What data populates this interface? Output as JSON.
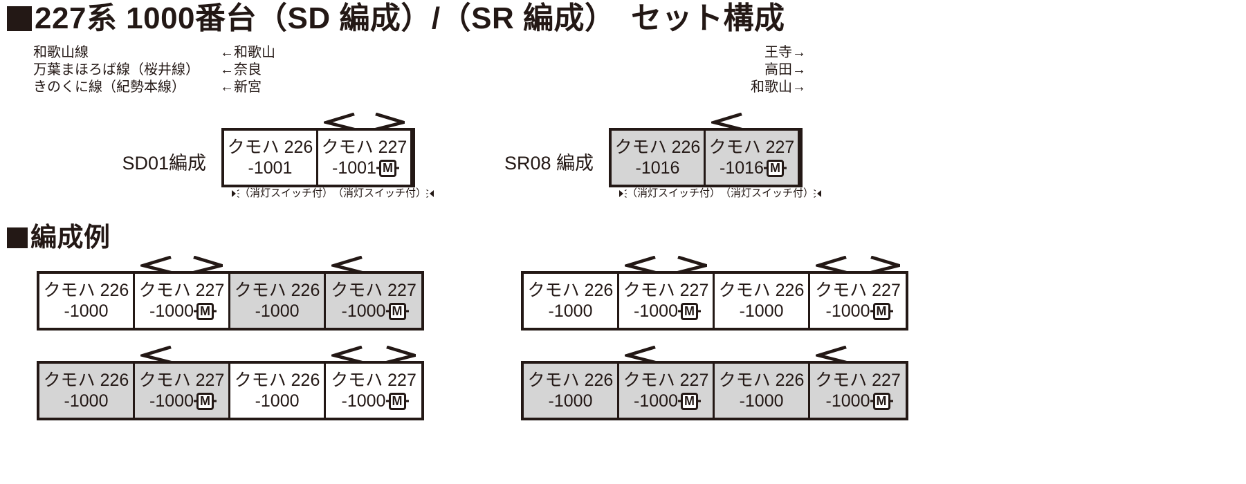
{
  "title": {
    "bullet": "filled-square",
    "text": "227系 1000番台（SD 編成）/（SR 編成）　セット構成"
  },
  "examples_heading": {
    "bullet": "filled-square",
    "text": "編成例"
  },
  "routes": [
    {
      "line": "和歌山線",
      "left_terminus": "←和歌山",
      "right_terminus": "王寺→"
    },
    {
      "line": "万葉まほろば線（桜井線）",
      "left_terminus": "←奈良",
      "right_terminus": "高田→"
    },
    {
      "line": "きのくに線（紀勢本線）",
      "left_terminus": "←新宮",
      "right_terminus": "和歌山→"
    }
  ],
  "sets": [
    {
      "id": "sd01",
      "label": "SD01編成",
      "cars": [
        {
          "name": "クモハ 226",
          "number": "-1001",
          "motor": false,
          "fill": "white",
          "pantographs": []
        },
        {
          "name": "クモハ 227",
          "number": "-1001",
          "motor": true,
          "fill": "white",
          "pantographs": [
            "left",
            "right"
          ]
        }
      ],
      "notes": [
        "（消灯スイッチ付）",
        "（消灯スイッチ付）"
      ]
    },
    {
      "id": "sr08",
      "label": "SR08 編成",
      "cars": [
        {
          "name": "クモハ 226",
          "number": "-1016",
          "motor": false,
          "fill": "gray",
          "pantographs": []
        },
        {
          "name": "クモハ 227",
          "number": "-1016",
          "motor": true,
          "fill": "gray",
          "pantographs": [
            "left"
          ]
        }
      ],
      "notes": [
        "（消灯スイッチ付）",
        "（消灯スイッチ付）"
      ]
    }
  ],
  "examples": [
    {
      "id": "example-1",
      "cars": [
        {
          "name": "クモハ 226",
          "number": "-1000",
          "motor": false,
          "fill": "white",
          "pantographs": []
        },
        {
          "name": "クモハ 227",
          "number": "-1000",
          "motor": true,
          "fill": "white",
          "pantographs": [
            "left",
            "right"
          ]
        },
        {
          "name": "クモハ 226",
          "number": "-1000",
          "motor": false,
          "fill": "gray",
          "pantographs": []
        },
        {
          "name": "クモハ 227",
          "number": "-1000",
          "motor": true,
          "fill": "gray",
          "pantographs": [
            "left"
          ]
        }
      ]
    },
    {
      "id": "example-2",
      "cars": [
        {
          "name": "クモハ 226",
          "number": "-1000",
          "motor": false,
          "fill": "white",
          "pantographs": []
        },
        {
          "name": "クモハ 227",
          "number": "-1000",
          "motor": true,
          "fill": "white",
          "pantographs": [
            "left",
            "right"
          ]
        },
        {
          "name": "クモハ 226",
          "number": "-1000",
          "motor": false,
          "fill": "white",
          "pantographs": []
        },
        {
          "name": "クモハ 227",
          "number": "-1000",
          "motor": true,
          "fill": "white",
          "pantographs": [
            "left",
            "right"
          ]
        }
      ]
    },
    {
      "id": "example-3",
      "cars": [
        {
          "name": "クモハ 226",
          "number": "-1000",
          "motor": false,
          "fill": "gray",
          "pantographs": []
        },
        {
          "name": "クモハ 227",
          "number": "-1000",
          "motor": true,
          "fill": "gray",
          "pantographs": [
            "left"
          ]
        },
        {
          "name": "クモハ 226",
          "number": "-1000",
          "motor": false,
          "fill": "white",
          "pantographs": []
        },
        {
          "name": "クモハ 227",
          "number": "-1000",
          "motor": true,
          "fill": "white",
          "pantographs": [
            "left",
            "right"
          ]
        }
      ]
    },
    {
      "id": "example-4",
      "cars": [
        {
          "name": "クモハ 226",
          "number": "-1000",
          "motor": false,
          "fill": "gray",
          "pantographs": []
        },
        {
          "name": "クモハ 227",
          "number": "-1000",
          "motor": true,
          "fill": "gray",
          "pantographs": [
            "left"
          ]
        },
        {
          "name": "クモハ 226",
          "number": "-1000",
          "motor": false,
          "fill": "gray",
          "pantographs": []
        },
        {
          "name": "クモハ 227",
          "number": "-1000",
          "motor": true,
          "fill": "gray",
          "pantographs": [
            "left"
          ]
        }
      ]
    }
  ],
  "symbols": {
    "motor_badge": "M",
    "pantograph_left": "pantograph-left-icon",
    "pantograph_right": "pantograph-right-icon",
    "headlight": "headlight-icon"
  },
  "colors": {
    "ink": "#231815",
    "car_gray": "#d5d5d5",
    "car_white": "#ffffff",
    "page": "#ffffff"
  }
}
